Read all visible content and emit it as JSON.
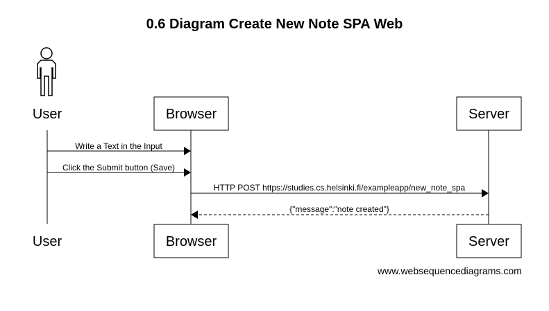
{
  "title": "0.6 Diagram Create New Note SPA Web",
  "participants": {
    "user": "User",
    "browser": "Browser",
    "server": "Server"
  },
  "messages": [
    {
      "from": "User",
      "to": "Browser",
      "text": "Write a Text in the Input",
      "style": "solid"
    },
    {
      "from": "User",
      "to": "Browser",
      "text": "Click the Submit button (Save)",
      "style": "solid"
    },
    {
      "from": "Browser",
      "to": "Server",
      "text": "HTTP POST https://studies.cs.helsinki.fi/exampleapp/new_note_spa",
      "style": "solid"
    },
    {
      "from": "Server",
      "to": "Browser",
      "text": "{\"message\":\"note created\"}",
      "style": "dashed"
    }
  ],
  "watermark": "www.websequencediagrams.com"
}
